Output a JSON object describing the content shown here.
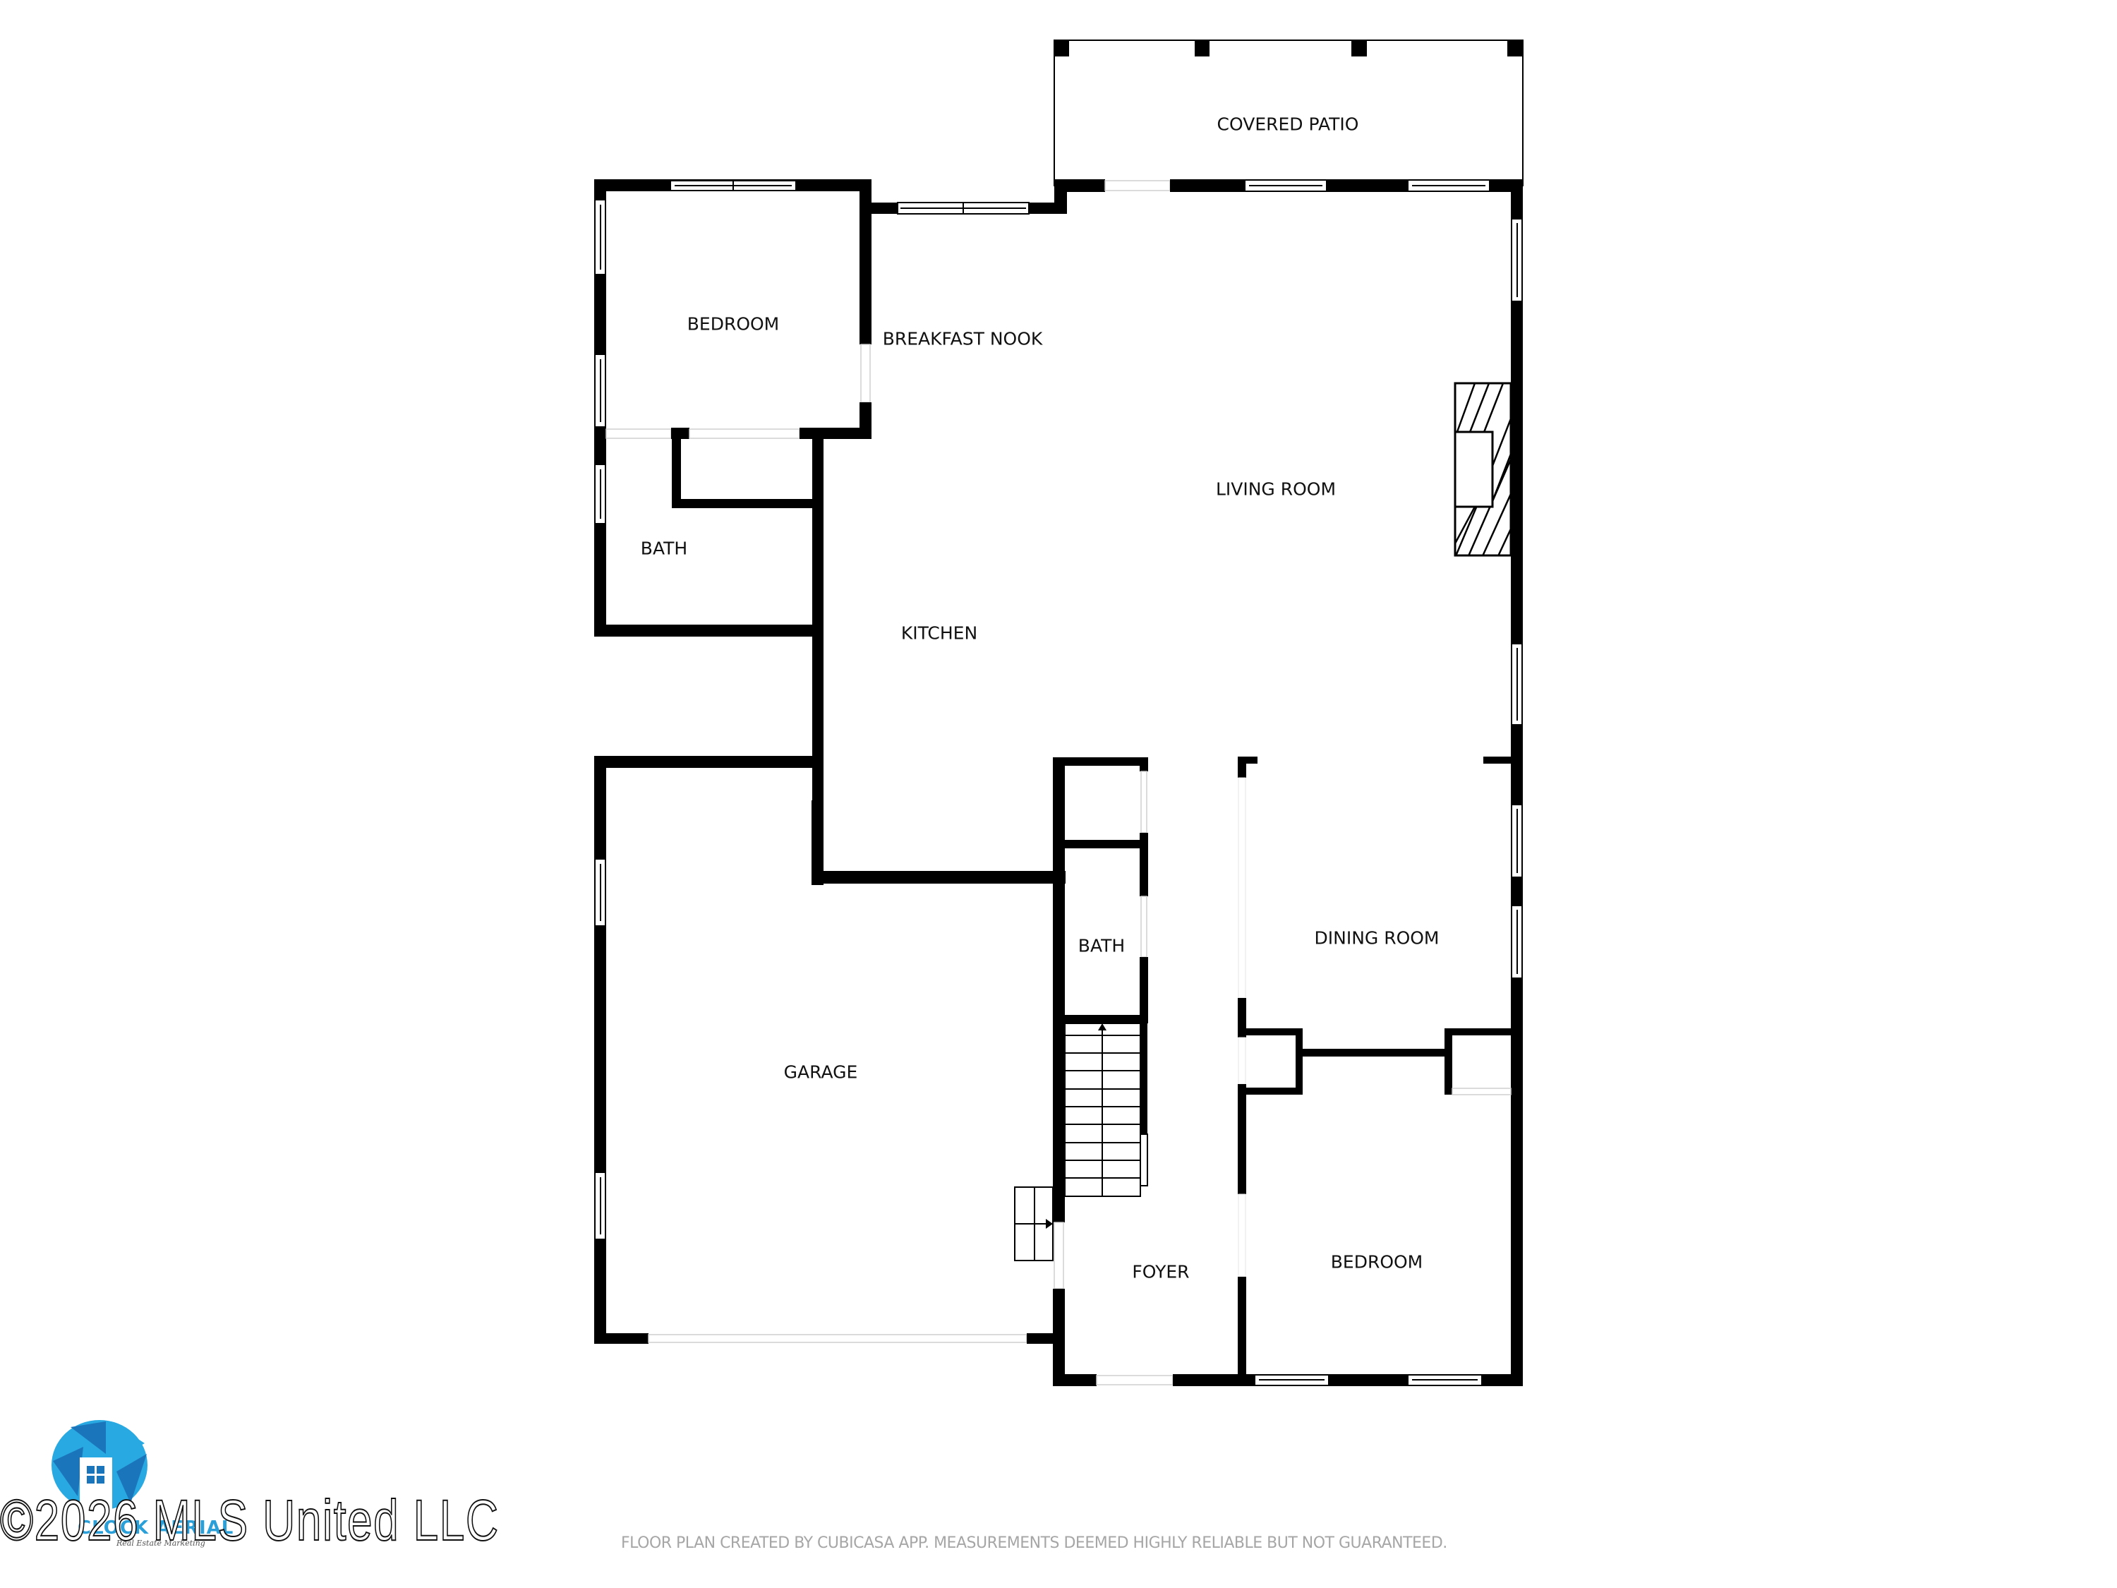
{
  "plan": {
    "rooms": {
      "covered_patio": "COVERED PATIO",
      "bedroom_1": "BEDROOM",
      "breakfast_nook": "BREAKFAST NOOK",
      "living_room": "LIVING ROOM",
      "bath_1": "BATH",
      "kitchen": "KITCHEN",
      "garage": "GARAGE",
      "bath_2": "BATH",
      "dining_room": "DINING ROOM",
      "foyer": "FOYER",
      "bedroom_2": "BEDROOM"
    },
    "colors": {
      "wall": "#000000",
      "background": "#ffffff",
      "footer_text": "#a6a6a6",
      "logo_dark": "#1b75bb",
      "logo_light": "#29a9e1"
    }
  },
  "footer": {
    "disclaimer": "FLOOR PLAN CREATED BY CUBICASA APP. MEASUREMENTS DEEMED HIGHLY RELIABLE BUT NOT GUARANTEED."
  },
  "watermark": {
    "copyright": "©2026 MLS United LLC"
  },
  "logo": {
    "name": "CLOCK AERIAL",
    "tagline": "Real Estate Marketing",
    "icon": "house-aperture-logo-icon"
  }
}
